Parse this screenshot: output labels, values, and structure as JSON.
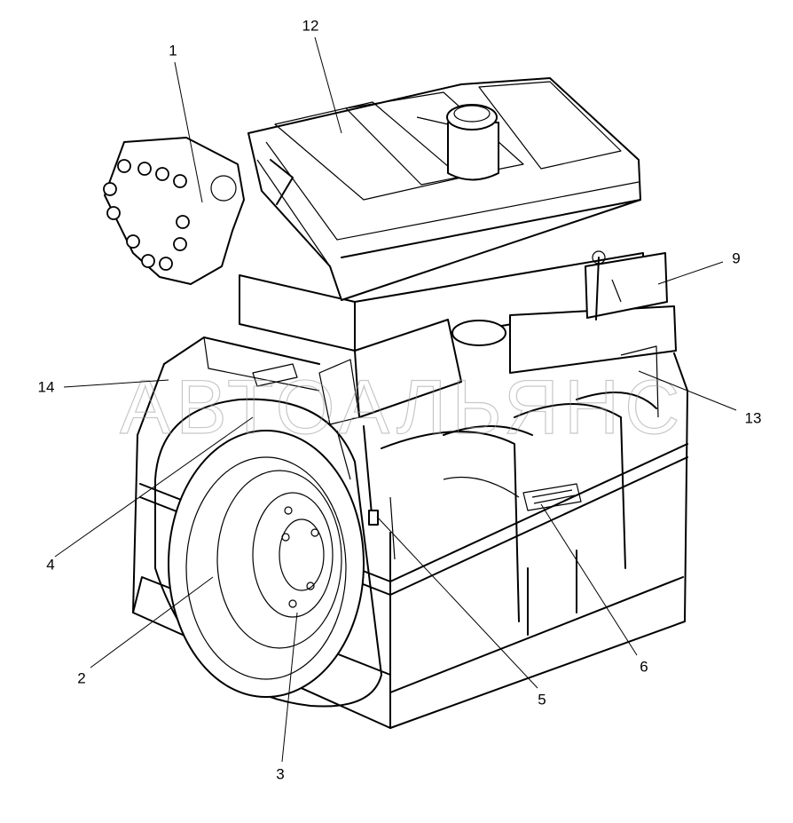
{
  "diagram": {
    "watermark": "АВТОАЛЬЯНС",
    "callouts": [
      {
        "id": "1",
        "label": "1"
      },
      {
        "id": "2",
        "label": "2"
      },
      {
        "id": "3",
        "label": "3"
      },
      {
        "id": "4",
        "label": "4"
      },
      {
        "id": "5",
        "label": "5"
      },
      {
        "id": "6",
        "label": "6"
      },
      {
        "id": "9",
        "label": "9"
      },
      {
        "id": "12",
        "label": "12"
      },
      {
        "id": "13",
        "label": "13"
      },
      {
        "id": "14",
        "label": "14"
      }
    ]
  }
}
